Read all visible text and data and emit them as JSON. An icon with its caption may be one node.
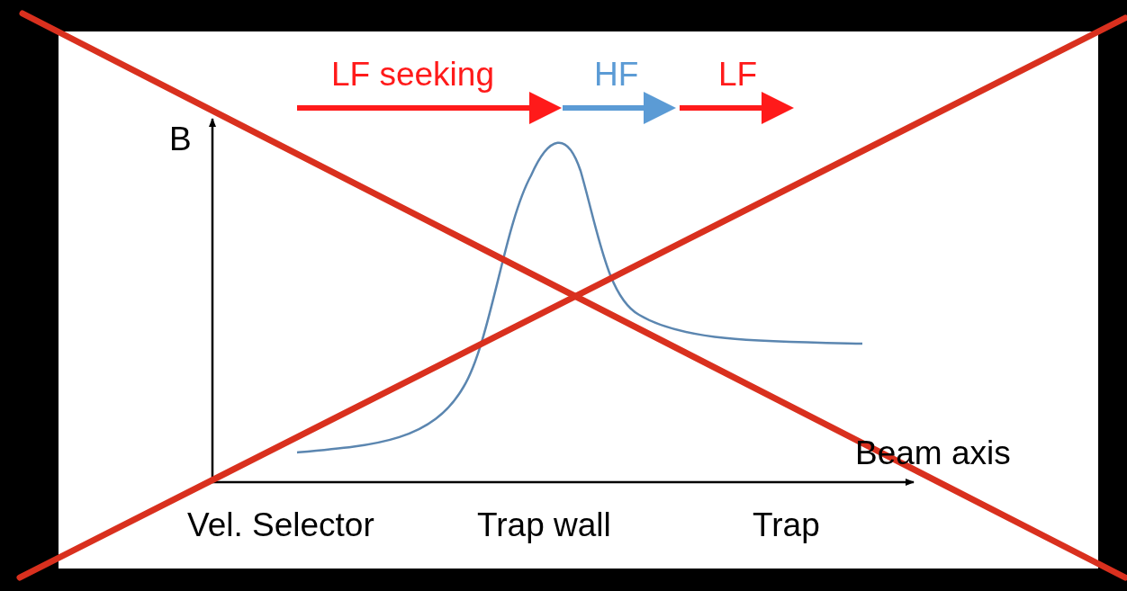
{
  "diagram": {
    "labels": [
      "LF seeking",
      "HF",
      "LF",
      "B",
      "Beam axis",
      "Vel. Selector",
      "Trap wall",
      "Trap"
    ]
  }
}
